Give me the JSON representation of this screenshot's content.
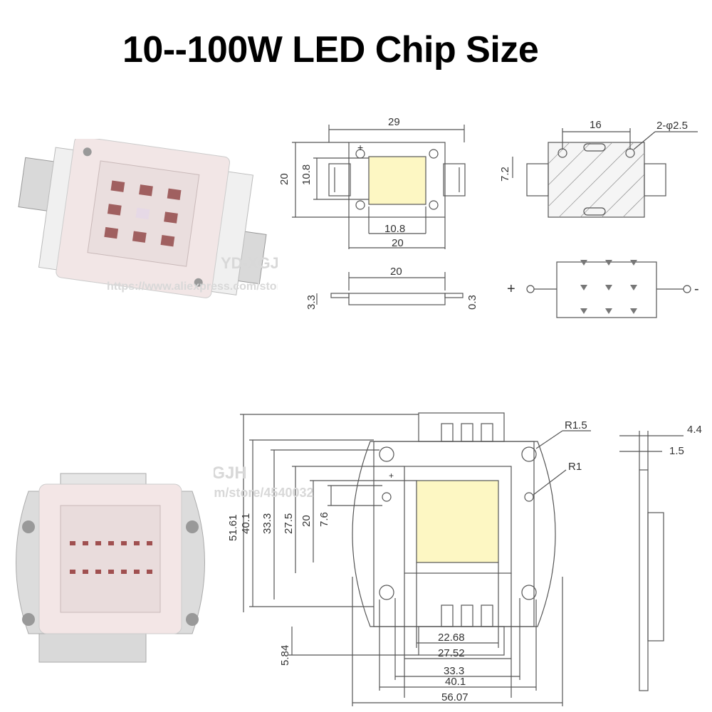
{
  "title": "10--100W LED Chip Size",
  "watermarks": {
    "brand": "YD-XGJH",
    "store_url": "https://www.aliexpress.com/store/4540032"
  },
  "small_chip": {
    "top_view": {
      "width": "29",
      "height": "20",
      "inner_height": "10.8",
      "inner_width": "10.8",
      "base_width": "20"
    },
    "back_view": {
      "hole_spacing": "16",
      "holes": "2-φ2.5",
      "height": "7.2"
    },
    "side_view": {
      "width": "20",
      "height": "3.3",
      "thickness": "0.3"
    },
    "circuit": {
      "plus": "+",
      "minus": "-"
    }
  },
  "large_chip": {
    "vertical_dims": [
      "51.61",
      "40.1",
      "33.3",
      "27.5",
      "20",
      "7.6",
      "5.84"
    ],
    "horizontal_dims": [
      "22.68",
      "27.52",
      "33.3",
      "40.1",
      "56.07"
    ],
    "radii": [
      "R1.5",
      "R1"
    ],
    "side": [
      "4.4",
      "1.5"
    ]
  },
  "colors": {
    "led_yellow": "#fdf7c3",
    "chip_pink": "#f3e4e4",
    "line": "#555555"
  }
}
